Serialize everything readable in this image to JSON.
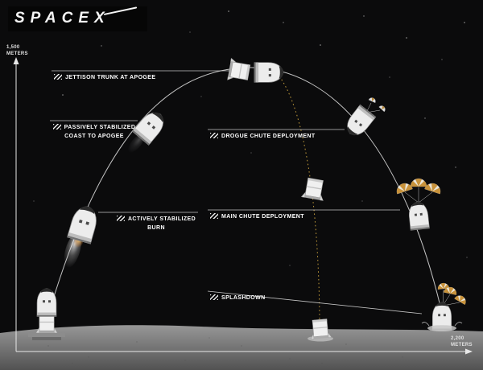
{
  "brand": {
    "logo_text": "SPACEX"
  },
  "axes": {
    "y": {
      "value": "1,500",
      "unit": "METERS"
    },
    "x": {
      "value": "2,200",
      "unit": "METERS"
    }
  },
  "stages": {
    "jettison": {
      "label": "JETTISON TRUNK AT APOGEE"
    },
    "coast": {
      "label": "PASSIVELY STABILIZED COAST TO APOGEE"
    },
    "burn": {
      "label": "ACTIVELY STABILIZED BURN"
    },
    "drogue": {
      "label": "DROGUE CHUTE DEPLOYMENT"
    },
    "main": {
      "label": "MAIN CHUTE DEPLOYMENT"
    },
    "splashdown": {
      "label": "SPLASHDOWN"
    }
  },
  "colors": {
    "background": "#0b0b0c",
    "trajectory_line": "#d6d6d6",
    "trunk_descent_path": "#c9a13d",
    "label_text": "#ffffff",
    "ground": "#8f8f8f",
    "parachute_accent": "#c8923a"
  }
}
